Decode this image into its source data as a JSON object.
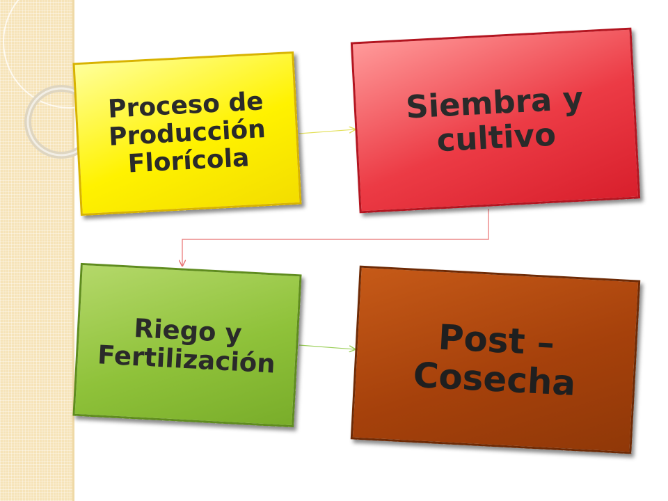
{
  "diagram": {
    "nodes": [
      {
        "id": "box-1",
        "label": "Proceso de\nProducción\nFlorícola",
        "color": "#fff200"
      },
      {
        "id": "box-2",
        "label": "Siembra y\ncultivo",
        "color": "#ec3b45"
      },
      {
        "id": "box-3",
        "label": "Riego y\nFertilización",
        "color": "#8fc23a"
      },
      {
        "id": "box-4",
        "label": "Post –\nCosecha",
        "color": "#a6410b"
      }
    ],
    "edges": [
      {
        "from": "box-1",
        "to": "box-2",
        "color": "#e3e05a"
      },
      {
        "from": "box-2",
        "to": "box-3",
        "color": "#e87070"
      },
      {
        "from": "box-3",
        "to": "box-4",
        "color": "#9ccf5a"
      }
    ]
  }
}
